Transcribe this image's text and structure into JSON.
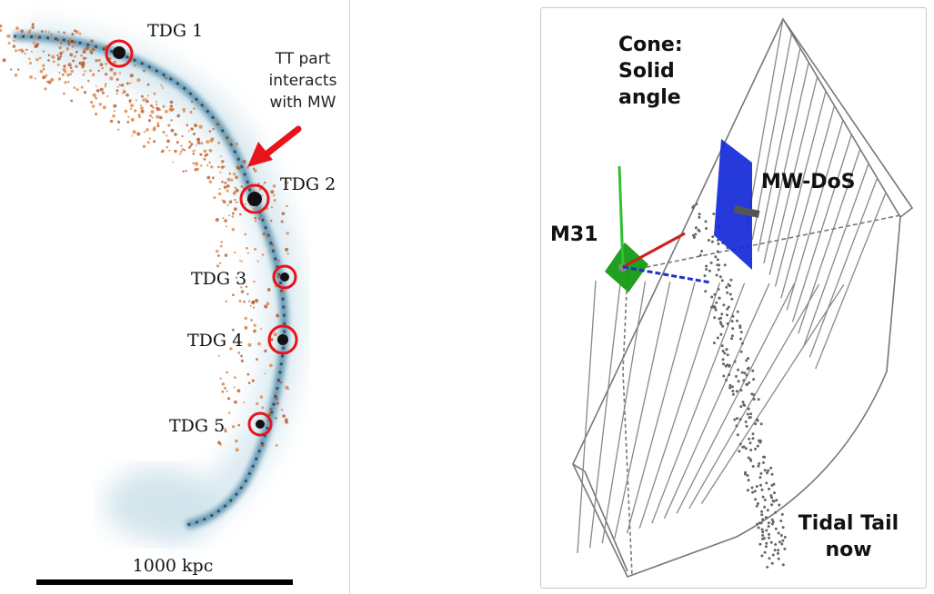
{
  "left_panel": {
    "tdg_labels": [
      "TDG 1",
      "TDG 2",
      "TDG 3",
      "TDG 4",
      "TDG 5"
    ],
    "annotation": [
      "TT part",
      "interacts",
      "with MW"
    ],
    "scale_bar": "1000 kpc",
    "colors": {
      "tail": "#4a8fb0",
      "particles": "#e07a30",
      "circles": "#e8141a",
      "arrow": "#e8141a"
    }
  },
  "right_panel": {
    "cone_label": [
      "Cone:",
      "Solid",
      "angle"
    ],
    "mw_label": "MW-DoS",
    "m31_label": "M31",
    "tail_label": [
      "Tidal Tail",
      "now"
    ],
    "colors": {
      "plane_blue": "#1428d8",
      "plane_green": "#149a14",
      "axis_red": "#cc2020",
      "axis_green": "#30c030",
      "axis_blue": "#2030c8"
    }
  }
}
